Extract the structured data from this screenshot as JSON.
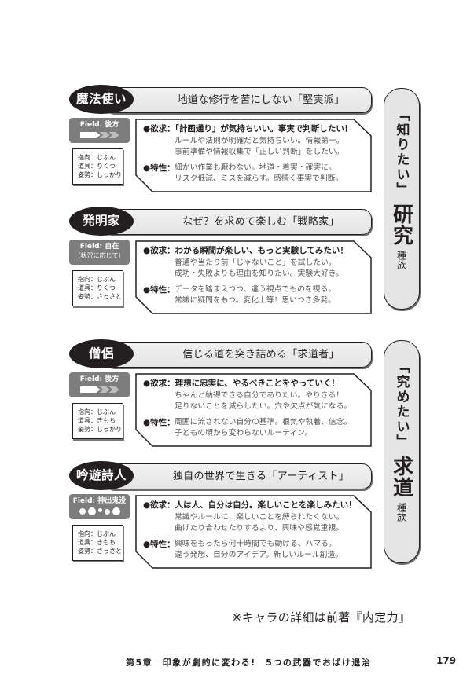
{
  "cards": [
    {
      "class_name": "魔法使い",
      "tagline": "地道な修行を苦にしない「堅実派」",
      "field": {
        "label": "Field. 後方",
        "sub": "",
        "indicator": "arrows"
      },
      "stats": [
        "指向：じぶん",
        "道具：りくつ",
        "姿勢：しっかり"
      ],
      "desire": {
        "key": "●欲求：",
        "headline": "「計画通り」が気持ちいい。事実で判断したい！",
        "details": [
          "ルールや法則が明確だと気持ちいい。情報第一。",
          "事前準備や情報収集で「正しい判断」をしたい。"
        ]
      },
      "trait": {
        "key": "●特性：",
        "details": [
          "細かい作業も厭わない。地道・着実・確実に。",
          "リスク低減、ミスを減らす。感情く事実で判断。"
        ]
      }
    },
    {
      "class_name": "発明家",
      "tagline": "なぜ？を求めて楽しむ「戦略家」",
      "field": {
        "label": "Field: 自在",
        "sub": "（状況に応じて）",
        "indicator": "none"
      },
      "stats": [
        "指向：じぶん",
        "道具：りくつ",
        "姿勢：さっさと"
      ],
      "desire": {
        "key": "●欲求：",
        "headline": "わかる瞬間が楽しい、もっと実験してみたい！",
        "details": [
          "普通や当たり前「じゃないこと」を試したい。",
          "成功・失敗よりも理由を知りたい。実験大好き。"
        ]
      },
      "trait": {
        "key": "●特性：",
        "details": [
          "データを踏まえつつ、違う視点でものを視る。",
          "常識に疑問をもつ。変化上等！思いつき多発。"
        ]
      }
    },
    {
      "class_name": "僧侶",
      "tagline": "信じる道を突き詰める「求道者」",
      "field": {
        "label": "Field: 後方",
        "sub": "",
        "indicator": "arrows"
      },
      "stats": [
        "指向：じぶん",
        "道具：きもち",
        "姿勢：しっかり"
      ],
      "desire": {
        "key": "●欲求：",
        "headline": "理想に忠実に、やるべきことをやっていく！",
        "details": [
          "ちゃんと納得できる自分でありたい。やりきる！",
          "足りないことを減らしたい。穴や欠点が気になる。"
        ]
      },
      "trait": {
        "key": "●特性：",
        "details": [
          "周囲に流されない自分の基準。根気や執着、信念。",
          "子どもの頃から変わらないルーティン。"
        ]
      }
    },
    {
      "class_name": "吟遊詩人",
      "tagline": "独自の世界で生きる「アーティスト」",
      "field": {
        "label": "Field: 神出鬼没",
        "sub": "",
        "indicator": "dots"
      },
      "stats": [
        "指向：じぶん",
        "道具：きもち",
        "姿勢：さっさと"
      ],
      "desire": {
        "key": "●欲求：",
        "headline": "人は人、自分は自分。楽しいことを楽しみたい！",
        "details": [
          "常識やルールに、楽しいことを縛られたくない。",
          "曲げたり合わせたりするより、興味や感覚重視。"
        ]
      },
      "trait": {
        "key": "●特性：",
        "details": [
          "興味をもったら何十時間でも動ける、ハマる。",
          "違う発想、自分のアイデア。新しいルール創造。"
        ]
      }
    }
  ],
  "tribes": [
    {
      "want": "「知りたい」",
      "kind": "研究",
      "suffix": "種族"
    },
    {
      "want": "「究めたい」",
      "kind": "求道",
      "suffix": "種族"
    }
  ],
  "note": "※キャラの詳細は前著『内定力』",
  "footer": {
    "chapter": "第5章　印象が劇的に変わる!　5つの武器でおばけ退治",
    "page_number": "179"
  },
  "colors": {
    "ink": "#231f20",
    "field_badge": "#7d7d7d",
    "pill_fill": "#ececec",
    "detail_text": "#555555"
  }
}
